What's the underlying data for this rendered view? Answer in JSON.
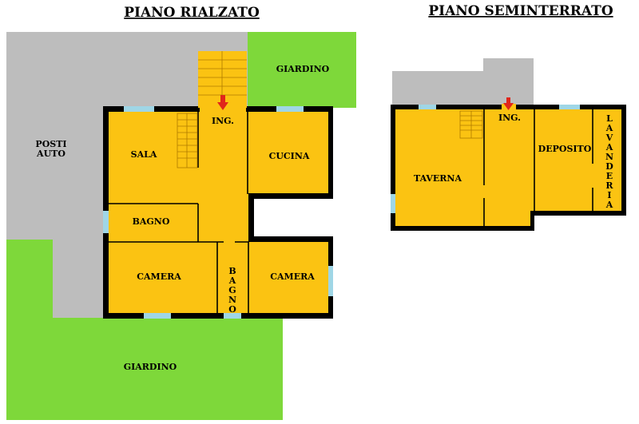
{
  "titles": {
    "ground_floor": "PIANO RIALZATO",
    "basement": "PIANO SEMINTERRATO"
  },
  "ground_floor": {
    "posti_auto": [
      "POSTI",
      "AUTO"
    ],
    "giardino_top": "GIARDINO",
    "giardino_bottom": "GIARDINO",
    "ingresso": "ING.",
    "sala": "SALA",
    "cucina": "CUCINA",
    "bagno1": "BAGNO",
    "bagno2_vertical": [
      "B",
      "A",
      "G",
      "N",
      "O"
    ],
    "camera_left": "CAMERA",
    "camera_right": "CAMERA"
  },
  "basement": {
    "ingresso": "ING.",
    "taverna": "TAVERNA",
    "deposito": "DEPOSITO",
    "lavanderia_vertical": [
      "L",
      "A",
      "V",
      "A",
      "N",
      "D",
      "E",
      "R",
      "I",
      "A"
    ]
  },
  "colors": {
    "room": "#fbc312",
    "garden": "#7ed83a",
    "parking": "#bdbdbd",
    "wall": "#000000",
    "window": "#9fd6e6",
    "entrance_arrow": "#e0261b"
  }
}
